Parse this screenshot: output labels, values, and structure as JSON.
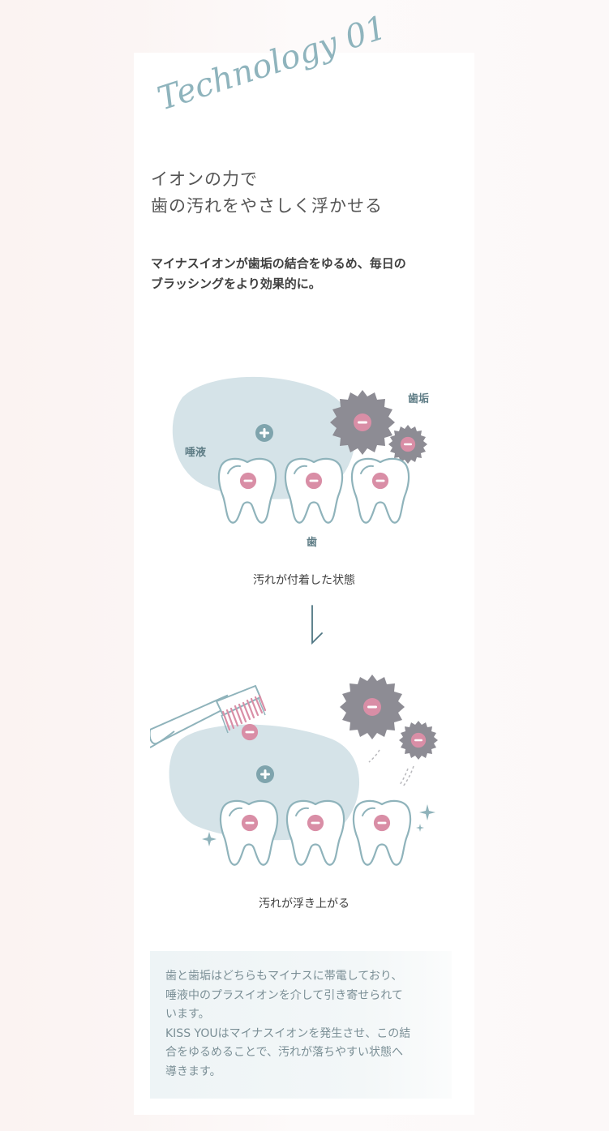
{
  "section": {
    "script_title": "Technology 01",
    "headline_line1": "イオンの力で",
    "headline_line2": "歯の汚れをやさしく浮かせる",
    "lead_line1": "マイナスイオンが歯垢の結合をゆるめ、毎日の",
    "lead_line2": "ブラッシングをより効果的に。"
  },
  "diagram_before": {
    "label_plaque": "歯垢",
    "label_saliva": "唾液",
    "label_teeth": "歯",
    "caption": "汚れが付着した状態"
  },
  "diagram_after": {
    "caption": "汚れが浮き上がる"
  },
  "note": {
    "line1": "歯と歯垢はどちらもマイナスに帯電しており、",
    "line2": "唾液中のプラスイオンを介して引き寄せられて",
    "line3": "います。",
    "line4": "KISS YOUはマイナスイオンを発生させ、この結",
    "line5": "合をゆるめることで、汚れが落ちやすい状態へ",
    "line6": "導きます。"
  },
  "colors": {
    "page_bg": "#fbf5f4",
    "blob": "#d5e3e8",
    "tooth_outline": "#8fb3bb",
    "minus_pink": "#d98ea6",
    "plus_teal": "#7fa4ad",
    "plaque_gray": "#8d8c94",
    "text_dark": "#3f3f3f",
    "note_text": "#7b8f96"
  }
}
